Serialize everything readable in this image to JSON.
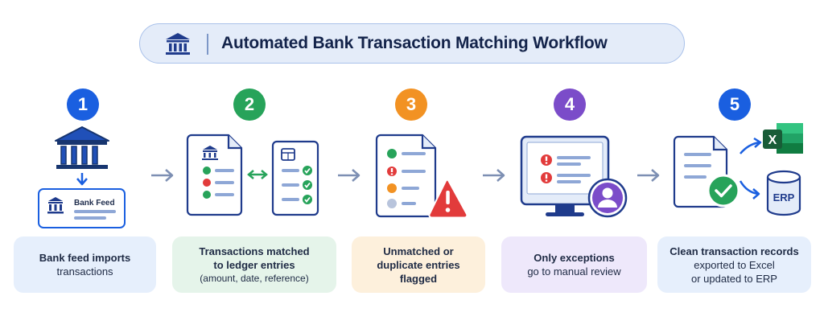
{
  "header": {
    "title": "Automated Bank Transaction Matching Workflow",
    "icon": "bank-icon"
  },
  "steps": [
    {
      "number": "1",
      "color": "#1a5fe0",
      "card_color": "#e6effc",
      "text_line1": "Bank feed imports",
      "text_line2": "transactions",
      "illustration_label": "Bank Feed"
    },
    {
      "number": "2",
      "color": "#27a35a",
      "card_color": "#e5f4ea",
      "text_line1": "Transactions matched",
      "text_line2": "to ledger entries",
      "text_line3": "(amount, date, reference)"
    },
    {
      "number": "3",
      "color": "#f29223",
      "card_color": "#fdf0dc",
      "text_line1": "Unmatched or",
      "text_line2": "duplicate entries",
      "text_line3": "flagged"
    },
    {
      "number": "4",
      "color": "#7b4cc9",
      "card_color": "#eee8fb",
      "text_line1": "Only exceptions",
      "text_line2": "go to manual review"
    },
    {
      "number": "5",
      "color": "#1a5fe0",
      "card_color": "#e6effc",
      "text_line1": "Clean transaction records",
      "text_line2": "exported to Excel",
      "text_line3": "or updated to ERP",
      "excel_label": "X",
      "erp_label": "ERP"
    }
  ],
  "colors": {
    "navy": "#1f3b8c",
    "blue": "#1a5fe0",
    "green": "#27a35a",
    "red": "#e23b3b",
    "orange": "#f29223",
    "purple": "#7b4cc9",
    "arrow": "#7d8fb3"
  }
}
